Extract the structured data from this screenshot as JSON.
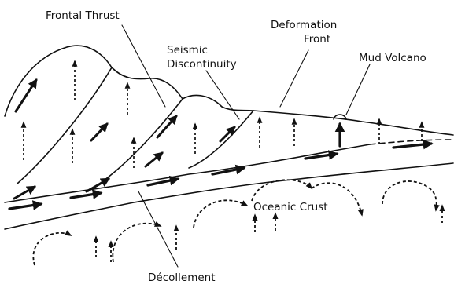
{
  "labels": {
    "frontal_thrust": "Frontal Thrust",
    "seismic_line1": "Seismic",
    "seismic_line2": "Discontinuity",
    "deformation_line1": "Deformation",
    "deformation_line2": "Front",
    "mud_volcano": "Mud Volcano",
    "oceanic_crust": "Oceanic Crust",
    "decollement": "Décollement"
  },
  "colors": {
    "ink": "#111111",
    "background": "#ffffff"
  }
}
